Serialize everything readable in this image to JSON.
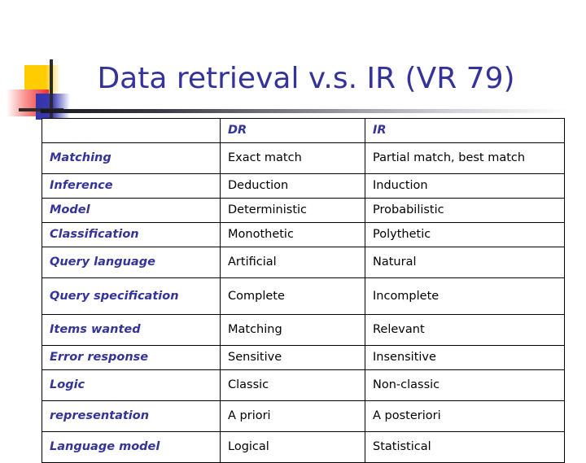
{
  "slide": {
    "title": "Data retrieval v.s. IR (VR 79)",
    "title_color": "#333399",
    "background": "#ffffff"
  },
  "decoration": {
    "name": "corner-motif",
    "colors": {
      "yellow": "#FFCC00",
      "red": "#F23030",
      "blue": "#3333AA",
      "line": "#2b2b2b"
    },
    "rule_gradient_from": "#17171c",
    "rule_gradient_to": "#ffffff"
  },
  "table": {
    "columns": [
      "",
      "DR",
      "IR"
    ],
    "rows": [
      {
        "label": "Matching",
        "dr": "Exact match",
        "ir": "Partial match, best match"
      },
      {
        "label": "Inference",
        "dr": "Deduction",
        "ir": "Induction"
      },
      {
        "label": "Model",
        "dr": "Deterministic",
        "ir": "Probabilistic"
      },
      {
        "label": "Classification",
        "dr": "Monothetic",
        "ir": "Polythetic"
      },
      {
        "label": "Query language",
        "dr": "Artificial",
        "ir": "Natural"
      },
      {
        "label": "Query specification",
        "dr": "Complete",
        "ir": "Incomplete"
      },
      {
        "label": "Items wanted",
        "dr": "Matching",
        "ir": "Relevant"
      },
      {
        "label": "Error response",
        "dr": "Sensitive",
        "ir": "Insensitive"
      },
      {
        "label": "Logic",
        "dr": "Classic",
        "ir": "Non-classic"
      },
      {
        "label": "representation",
        "dr": "A priori",
        "ir": "A posteriori"
      },
      {
        "label": "Language model",
        "dr": "Logical",
        "ir": "Statistical"
      }
    ]
  }
}
